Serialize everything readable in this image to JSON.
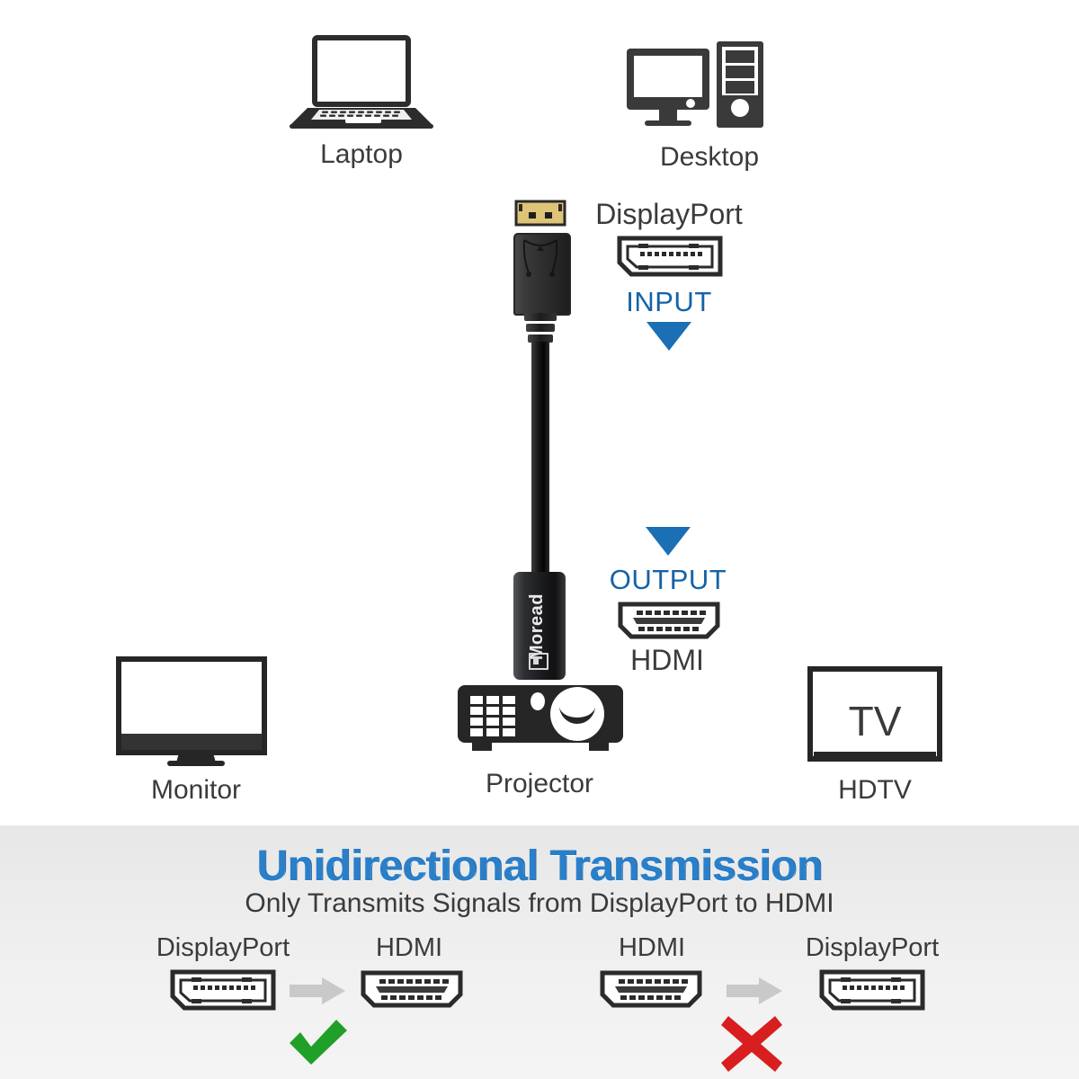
{
  "diagram": {
    "sources": [
      {
        "id": "laptop",
        "label": "Laptop",
        "icon": "laptop-icon"
      },
      {
        "id": "desktop",
        "label": "Desktop",
        "icon": "desktop-computer-icon"
      }
    ],
    "input_side": {
      "port_name": "DisplayPort",
      "direction_label": "INPUT",
      "port_icon": "displayport-port-icon",
      "arrow_icon": "blue-down-arrow-icon",
      "arrow_color": "#1a6fb5",
      "text_color": "#1463a6"
    },
    "adapter": {
      "brand": "Moread",
      "plug_icon": "displayport-male-plug-icon",
      "body_icon": "adapter-body-icon"
    },
    "output_side": {
      "port_name": "HDMI",
      "direction_label": "OUTPUT",
      "port_icon": "hdmi-port-icon",
      "arrow_icon": "blue-down-arrow-icon",
      "arrow_color": "#1a6fb5",
      "text_color": "#1463a6"
    },
    "destinations": [
      {
        "id": "monitor",
        "label": "Monitor",
        "icon": "monitor-icon"
      },
      {
        "id": "projector",
        "label": "Projector",
        "icon": "projector-icon"
      },
      {
        "id": "hdtv",
        "label": "HDTV",
        "icon": "tv-icon",
        "screen_text": "TV"
      }
    ]
  },
  "banner": {
    "title": "Unidirectional Transmission",
    "subtitle": "Only Transmits Signals from DisplayPort to HDMI",
    "title_color": "#2a7fc9",
    "comparisons": [
      {
        "id": "supported",
        "from_label": "DisplayPort",
        "from_icon": "displayport-port-icon",
        "to_label": "HDMI",
        "to_icon": "hdmi-port-icon",
        "arrow_icon": "gray-right-arrow-icon",
        "result_icon": "green-check-icon",
        "result_color": "#21a12a"
      },
      {
        "id": "not-supported",
        "from_label": "HDMI",
        "from_icon": "hdmi-port-icon",
        "to_label": "DisplayPort",
        "to_icon": "displayport-port-icon",
        "arrow_icon": "gray-right-arrow-icon",
        "result_icon": "red-cross-icon",
        "result_color": "#d81e1e"
      }
    ]
  }
}
